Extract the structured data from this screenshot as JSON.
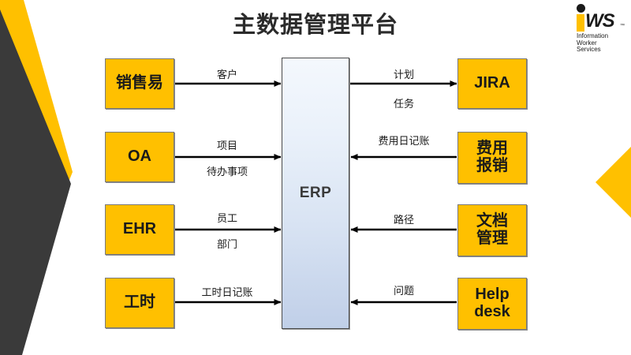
{
  "slide": {
    "title": "主数据管理平台",
    "background_color": "#FFFFFF",
    "accent_yellow": "#FFC000",
    "accent_dark": "#3A3A3A"
  },
  "logo": {
    "mark_i": "i",
    "mark_ws": "WS",
    "trademark": "™",
    "line1": "Information",
    "line2": "Worker",
    "line3": "Services"
  },
  "hub": {
    "label": "ERP"
  },
  "left_nodes": [
    {
      "label": "销售易"
    },
    {
      "label": "OA"
    },
    {
      "label": "EHR"
    },
    {
      "label": "工时"
    }
  ],
  "right_nodes": [
    {
      "label": "JIRA"
    },
    {
      "label_line1": "费用",
      "label_line2": "报销"
    },
    {
      "label_line1": "文档",
      "label_line2": "管理"
    },
    {
      "label_line1": "Help",
      "label_line2": "desk"
    }
  ],
  "left_flows": [
    {
      "top": "客户",
      "bottom": "",
      "direction": "to-hub"
    },
    {
      "top": "项目",
      "bottom": "待办事项",
      "direction": "to-hub"
    },
    {
      "top": "员工",
      "bottom": "部门",
      "direction": "to-hub"
    },
    {
      "top": "工时日记账",
      "bottom": "",
      "direction": "to-hub"
    }
  ],
  "right_flows": [
    {
      "top": "计划",
      "bottom": "任务",
      "direction": "from-hub"
    },
    {
      "top": "费用日记账",
      "bottom": "",
      "direction": "to-hub"
    },
    {
      "top": "路径",
      "bottom": "",
      "direction": "to-hub"
    },
    {
      "top": "问题",
      "bottom": "",
      "direction": "to-hub"
    }
  ]
}
